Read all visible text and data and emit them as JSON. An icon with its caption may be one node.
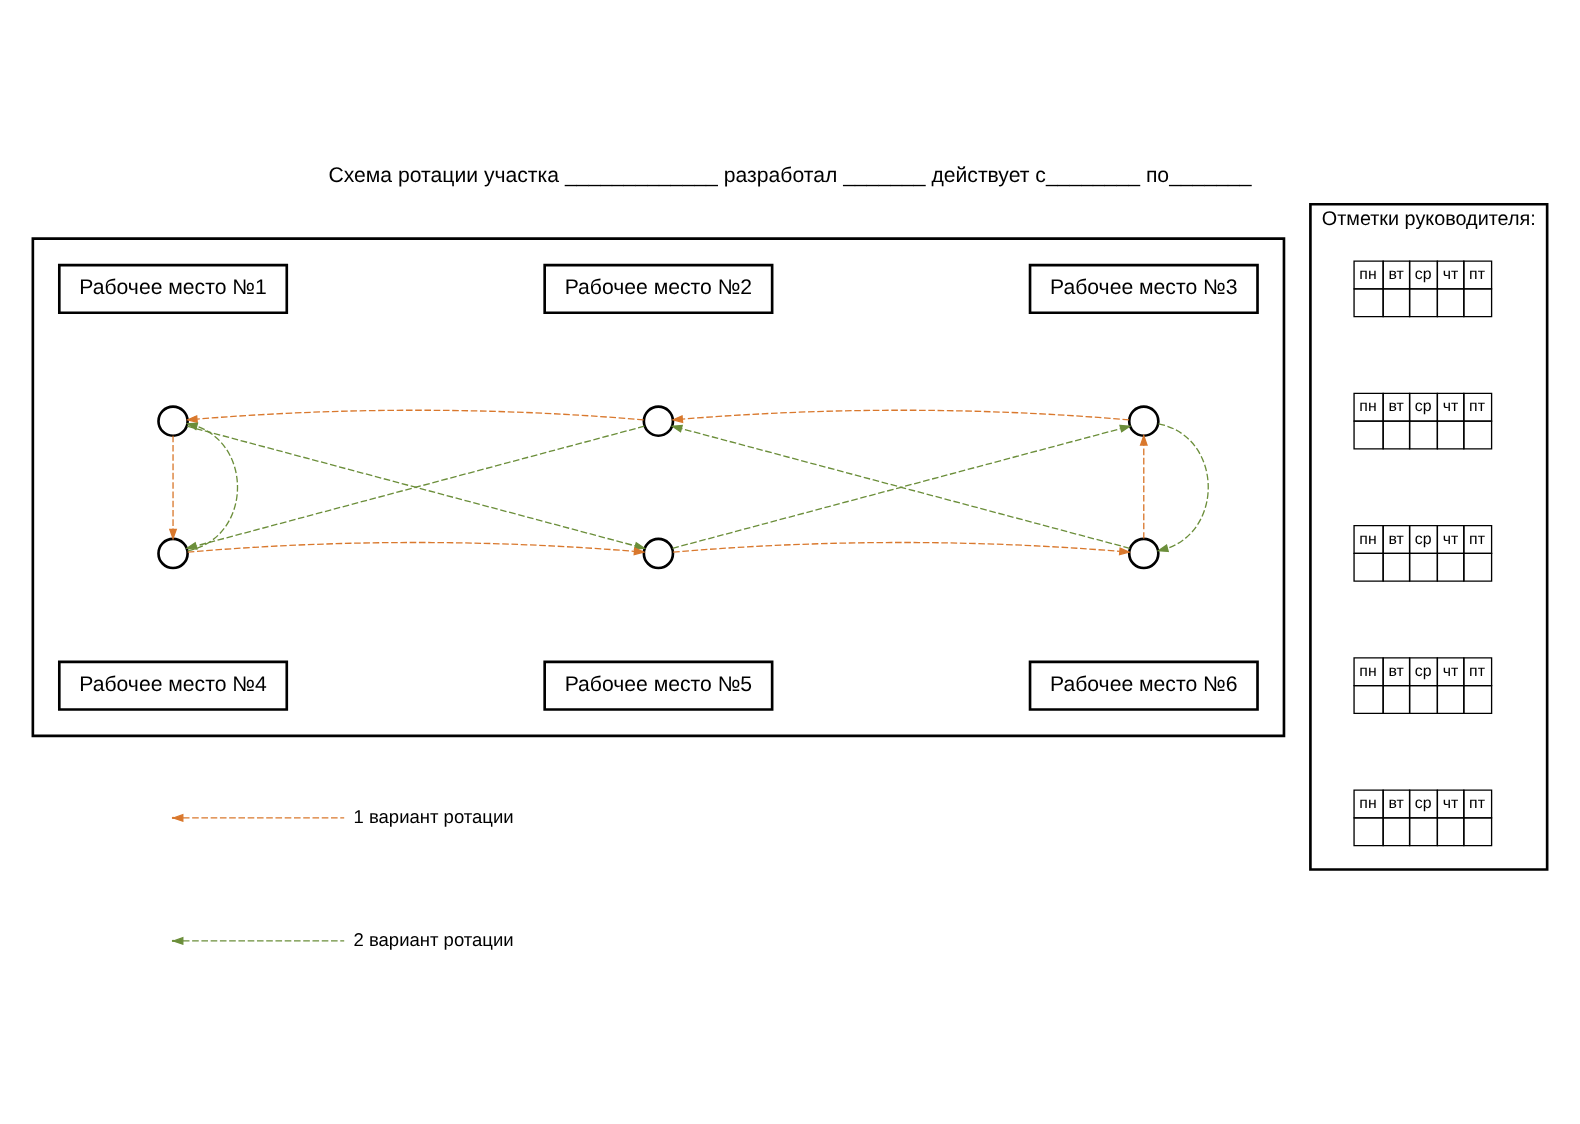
{
  "diagram": {
    "title": "Схема ротации участка _____________ разработал _______ действует с________ по_______",
    "nodes": [
      {
        "text": [],
        "shape": "box"
      },
      {
        "text": [
          "Рабочее место №1"
        ],
        "in": 0
      },
      {
        "text": [],
        "shape": "circle",
        "in": 0
      },
      {
        "text": [
          "Рабочее место №2"
        ],
        "in": 0
      },
      {
        "text": [],
        "shape": "circle",
        "in": 0
      },
      {
        "text": [
          "Рабочее место №3"
        ],
        "in": 0
      },
      {
        "text": [],
        "shape": "circle",
        "in": 0
      },
      {
        "text": [],
        "shape": "circle",
        "in": 0
      },
      {
        "text": [],
        "shape": "circle",
        "in": 0
      },
      {
        "text": [],
        "shape": "circle",
        "in": 0
      },
      {
        "text": [
          "Рабочее место №4"
        ],
        "in": 0
      },
      {
        "text": [
          "Рабочее место №5"
        ],
        "in": 0
      },
      {
        "text": [
          "Рабочее место №6"
        ],
        "in": 0
      },
      {
        "text": [
          "Отметки руководителя:"
        ]
      }
    ],
    "edges": [
      {
        "from": 2,
        "to": 7,
        "arrow": "to",
        "style": "dashed",
        "color": "#d9782d"
      },
      {
        "from": 7,
        "to": 8,
        "arrow": "to",
        "style": "dashed",
        "color": "#d9782d"
      },
      {
        "from": 8,
        "to": 9,
        "arrow": "to",
        "style": "dashed",
        "color": "#d9782d"
      },
      {
        "from": 9,
        "to": 6,
        "arrow": "to",
        "style": "dashed",
        "color": "#d9782d"
      },
      {
        "from": 6,
        "to": 4,
        "arrow": "to",
        "style": "dashed",
        "color": "#d9782d"
      },
      {
        "from": 4,
        "to": 2,
        "arrow": "to",
        "style": "dashed",
        "color": "#d9782d"
      },
      {
        "from": 7,
        "to": 2,
        "arrow": "to",
        "style": "dashed",
        "color": "#6b8e3a"
      },
      {
        "from": 2,
        "to": 8,
        "arrow": "to",
        "style": "dashed",
        "color": "#6b8e3a"
      },
      {
        "from": 8,
        "to": 6,
        "arrow": "to",
        "style": "dashed",
        "color": "#6b8e3a"
      },
      {
        "from": 6,
        "to": 9,
        "arrow": "to",
        "style": "dashed",
        "color": "#6b8e3a"
      },
      {
        "from": 9,
        "to": 4,
        "arrow": "to",
        "style": "dashed",
        "color": "#6b8e3a"
      },
      {
        "from": 4,
        "to": 7,
        "arrow": "to",
        "style": "dashed",
        "color": "#6b8e3a"
      }
    ],
    "labels": [
      "пн",
      "вт",
      "ср",
      "чт",
      "пт",
      "пн",
      "вт",
      "ср",
      "чт",
      "пт",
      "пн",
      "вт",
      "ср",
      "чт",
      "пт",
      "пн",
      "вт",
      "ср",
      "чт",
      "пт",
      "пн",
      "вт",
      "ср",
      "чт",
      "пт"
    ],
    "legend": [
      {
        "text": "1 вариант ротации"
      },
      {
        "text": "2 вариант ротации"
      }
    ]
  }
}
